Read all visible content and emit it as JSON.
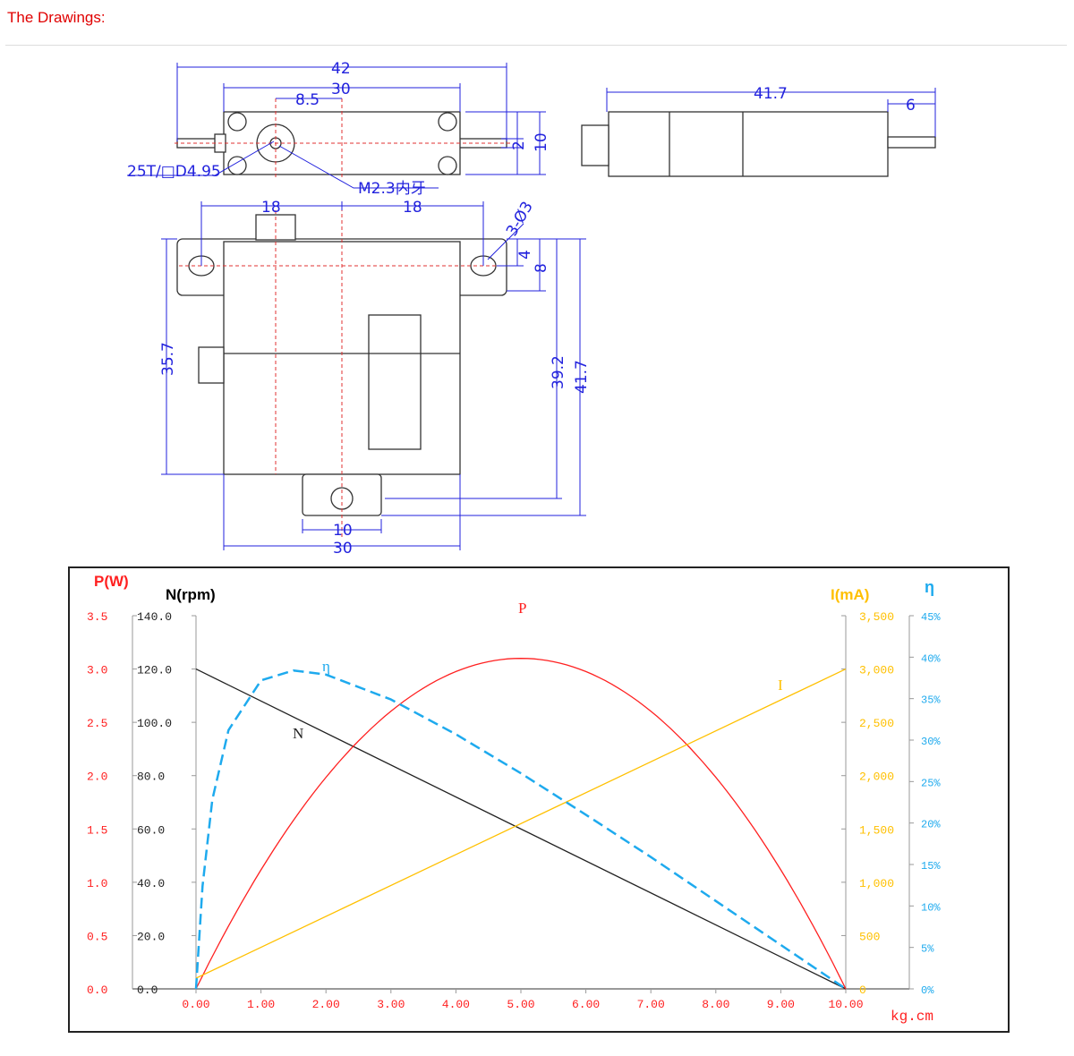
{
  "header": {
    "title": "The Drawings:"
  },
  "drawing": {
    "top_view": {
      "overall": "42",
      "body": "30",
      "spline_offset": "8.5",
      "shaft": "2",
      "height": "10",
      "spline_label": "25T/□D4.95",
      "thread_label": "M2.3内牙"
    },
    "side_view": {
      "length": "41.7",
      "shaft": "6"
    },
    "front_view": {
      "hole_left": "18",
      "hole_right": "18",
      "holes": "3-Ø3",
      "hole_offset": "4",
      "flange": "8",
      "body_height": "35.7",
      "height_tab": "39.2",
      "overall_height": "41.7",
      "tab_width": "10",
      "body_width": "30"
    }
  },
  "chart_data": {
    "type": "line",
    "xlabel": "kg.cm",
    "x_ticks": [
      "0.00",
      "1.00",
      "2.00",
      "3.00",
      "4.00",
      "5.00",
      "6.00",
      "7.00",
      "8.00",
      "9.00",
      "10.00"
    ],
    "xlim": [
      0,
      10
    ],
    "axes": {
      "P": {
        "label": "P(W)",
        "ticks": [
          "0.0",
          "0.5",
          "1.0",
          "1.5",
          "2.0",
          "2.5",
          "3.0",
          "3.5"
        ],
        "ylim": [
          0,
          3.5
        ],
        "color": "#ff2020"
      },
      "N": {
        "label": "N(rpm)",
        "ticks": [
          "0.0",
          "20.0",
          "40.0",
          "60.0",
          "80.0",
          "100.0",
          "120.0",
          "140.0"
        ],
        "ylim": [
          0,
          140
        ],
        "color": "#000000"
      },
      "I": {
        "label": "I(mA)",
        "ticks": [
          "0",
          "500",
          "1,000",
          "1,500",
          "2,000",
          "2,500",
          "3,000",
          "3,500"
        ],
        "ylim": [
          0,
          3500
        ],
        "color": "#ffc000"
      },
      "eta": {
        "label": "η",
        "ticks": [
          "0%",
          "5%",
          "10%",
          "15%",
          "20%",
          "25%",
          "30%",
          "35%",
          "40%",
          "45%"
        ],
        "ylim": [
          0,
          45
        ],
        "color": "#1eaaee"
      }
    },
    "series": [
      {
        "name": "N",
        "axis": "N",
        "x": [
          0,
          10
        ],
        "values": [
          120,
          0
        ]
      },
      {
        "name": "P",
        "axis": "P",
        "x": [
          0,
          1,
          2,
          3,
          4,
          5,
          6,
          7,
          8,
          9,
          10
        ],
        "values": [
          0,
          1.12,
          1.98,
          2.6,
          2.98,
          3.1,
          2.98,
          2.6,
          1.98,
          1.12,
          0
        ]
      },
      {
        "name": "I",
        "axis": "I",
        "x": [
          0,
          10
        ],
        "values": [
          100,
          3000
        ]
      },
      {
        "name": "η",
        "axis": "eta",
        "dashed": true,
        "x": [
          0,
          0.1,
          0.25,
          0.5,
          1,
          1.5,
          2,
          3,
          4,
          5,
          6,
          7,
          8,
          9,
          10
        ],
        "values": [
          0,
          12.4,
          22.8,
          31.2,
          37.2,
          38.4,
          37.9,
          34.9,
          30.7,
          26.0,
          21.0,
          15.9,
          10.6,
          5.3,
          0
        ]
      }
    ]
  }
}
